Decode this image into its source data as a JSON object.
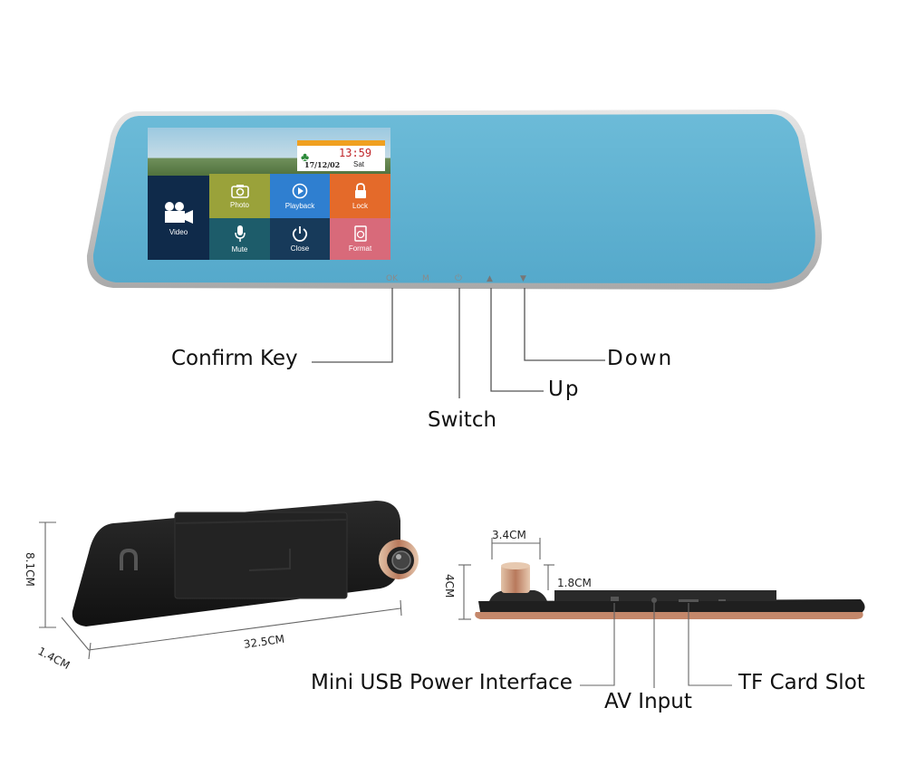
{
  "screen": {
    "clock_time": "13:59",
    "clock_date": "17/12/02",
    "clock_day": "Sat",
    "tiles": [
      {
        "label": "Video",
        "icon": "video-camera-icon",
        "color": "#0f2a4a"
      },
      {
        "label": "Photo",
        "icon": "camera-icon",
        "color": "#9aa23a"
      },
      {
        "label": "Playback",
        "icon": "play-icon",
        "color": "#2f7fd0"
      },
      {
        "label": "Lock",
        "icon": "lock-icon",
        "color": "#e46a2a"
      },
      {
        "label": "Mute",
        "icon": "microphone-icon",
        "color": "#1d5c6a"
      },
      {
        "label": "Close",
        "icon": "power-icon",
        "color": "#173a5a"
      },
      {
        "label": "Format",
        "icon": "format-icon",
        "color": "#d86a7a"
      }
    ]
  },
  "buttons": {
    "ok": "OK",
    "m": "M",
    "power": "⏻",
    "up": "▲",
    "down": "▼"
  },
  "labels": {
    "confirm_key": "Confirm Key",
    "switch": "Switch",
    "up": "Up",
    "down": "Down",
    "mini_usb": "Mini USB Power Interface",
    "av_input": "AV Input",
    "tf_card": "TF Card Slot"
  },
  "dimensions": {
    "height": "8.1CM",
    "depth": "1.4CM",
    "length": "32.5CM",
    "camera_width": "3.4CM",
    "camera_height": "1.8CM",
    "total_height": "4CM"
  },
  "colors": {
    "mirror_blue": "#5eb2d2",
    "frame_silver": "#c9c9c9",
    "body_black": "#1e1e1e",
    "rose_gold": "#c58a6a"
  }
}
